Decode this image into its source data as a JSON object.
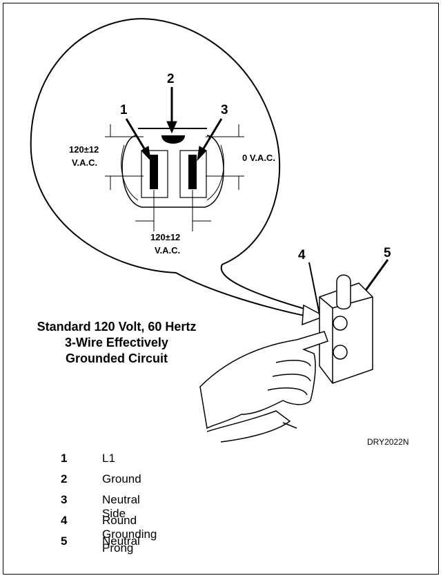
{
  "callouts": {
    "c1": "1",
    "c2": "2",
    "c3": "3",
    "c4": "4",
    "c5": "5"
  },
  "voltage": {
    "left_line1": "120±12",
    "left_line2": "V.A.C.",
    "right": "0 V.A.C.",
    "bottom_line1": "120±12",
    "bottom_line2": "V.A.C."
  },
  "caption": {
    "line1": "Standard 120 Volt, 60 Hertz",
    "line2": "3-Wire Effectively",
    "line3": "Grounded Circuit"
  },
  "figure_code": "DRY2022N",
  "legend": [
    {
      "num": "1",
      "label": "L1"
    },
    {
      "num": "2",
      "label": "Ground"
    },
    {
      "num": "3",
      "label": "Neutral Side"
    },
    {
      "num": "4",
      "label": "Round Grounding Prong"
    },
    {
      "num": "5",
      "label": "Neutral"
    }
  ]
}
